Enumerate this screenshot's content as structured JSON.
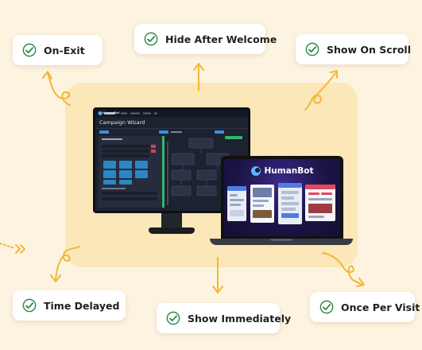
{
  "options": [
    {
      "id": "on-exit",
      "label": "On-Exit"
    },
    {
      "id": "hide-after-welcome",
      "label": "Hide After Welcome"
    },
    {
      "id": "show-on-scroll",
      "label": "Show On Scroll"
    },
    {
      "id": "time-delayed",
      "label": "Time Delayed"
    },
    {
      "id": "show-immediately",
      "label": "Show Immediately"
    },
    {
      "id": "once-per-visit",
      "label": "Once Per Visit"
    }
  ],
  "monitor": {
    "app_name": "HumanBot",
    "page_title": "Campaign Wizard"
  },
  "laptop": {
    "brand": "HumanBot"
  },
  "colors": {
    "background": "#fdf3e1",
    "panel": "#fbe7b8",
    "arrow": "#f2b736",
    "check_badge": "#2e8a45",
    "laptop_screen": "#1b1446",
    "monitor_screen": "#1d2230"
  },
  "icons": {
    "chip_icon": "check-badge-icon",
    "brand_icon": "humanbot-logo-icon"
  }
}
